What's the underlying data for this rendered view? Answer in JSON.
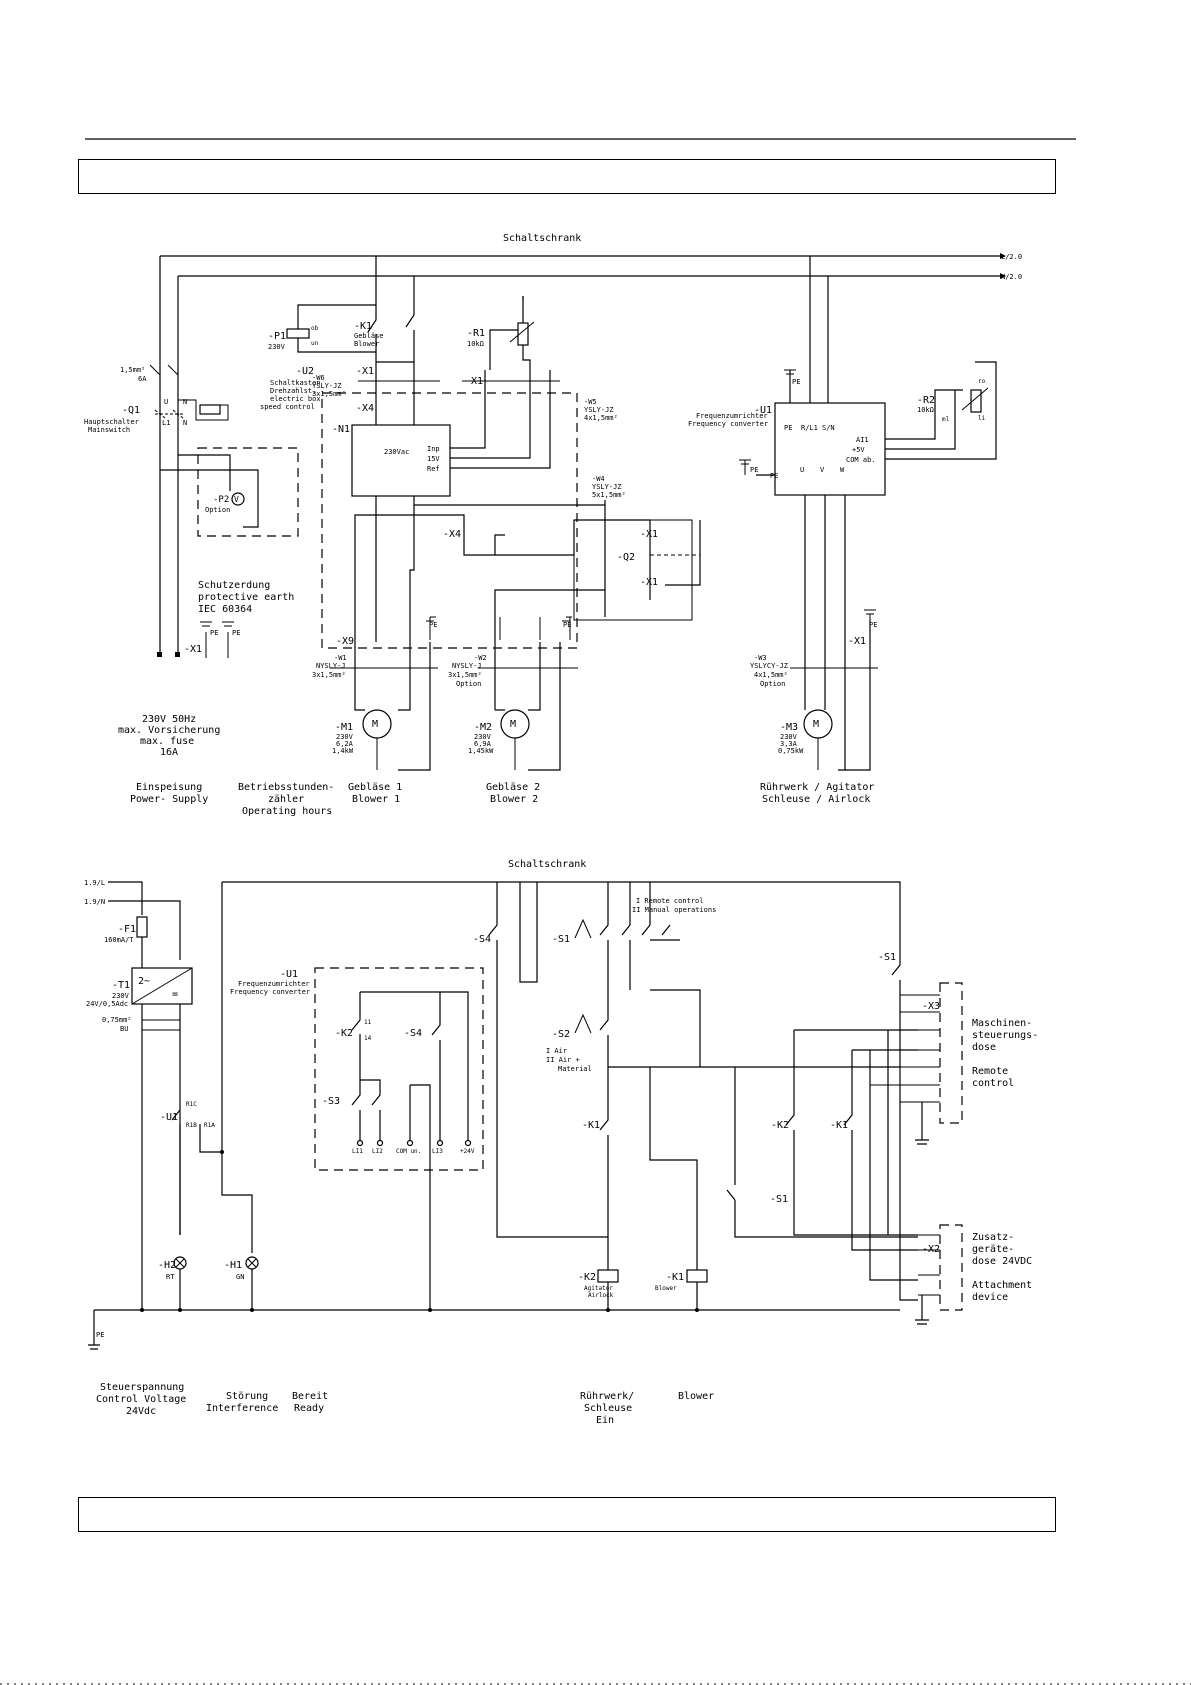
{
  "diagram1": {
    "cabinet_title": "Schaltschrank",
    "outputs": {
      "l": "L/2.0",
      "n": "N/2.0"
    },
    "supply": {
      "wire": "1,5mm²",
      "fuse": "6A",
      "main_switch_ref": "-Q1",
      "main_switch_de": "Hauptschalter",
      "main_switch_en": "Mainswitch",
      "terminals": [
        "U",
        "N",
        "L1",
        "N"
      ],
      "voltage": "230V 50Hz",
      "max_de": "max. Vorsicherung",
      "max_en": "max. fuse",
      "amps": "16A",
      "label_de": "Einspeisung",
      "label_en": "Power- Supply"
    },
    "earth": {
      "de": "Schutzerdung",
      "en": "protective earth",
      "std": "IEC 60364",
      "pe": "PE"
    },
    "hour_meter": {
      "ref": "-P2",
      "option": "Option",
      "label_1": "Betriebsstunden-",
      "label_2": "zähler",
      "label_3": "Operating hours"
    },
    "p1": {
      "ref": "-P1",
      "volts": "230V",
      "ob": "ob",
      "un": "un"
    },
    "k1": {
      "ref": "-K1",
      "de": "Gebläse",
      "en": "Blower"
    },
    "r1": {
      "ref": "-R1",
      "value": "10kΩ"
    },
    "u2": {
      "ref": "-U2",
      "de": "Schaltkasten",
      "de2": "Drehzahlst.",
      "en": "electric box",
      "en2": "speed control"
    },
    "w6": {
      "ref": "-W6",
      "cable": "YSLY-JZ",
      "spec": "3x1,5mm²"
    },
    "w5": {
      "ref": "-W5",
      "cable": "YSLY-JZ",
      "spec": "4x1,5mm²"
    },
    "w4": {
      "ref": "-W4",
      "cable": "YSLY-JZ",
      "spec": "5x1,5mm²"
    },
    "n1": {
      "ref": "-N1",
      "volts": "230Vac",
      "pins": [
        "Inp",
        "15V",
        "Ref"
      ]
    },
    "q2": {
      "ref": "-Q2"
    },
    "u1": {
      "ref": "-U1",
      "de": "Frequenzumrichter",
      "en": "Frequency converter",
      "pins": [
        "AI1",
        "+5V",
        "COM ab."
      ]
    },
    "r2": {
      "ref": "-R2",
      "value": "10kΩ"
    },
    "w1": {
      "ref": "-W1",
      "cable": "NYSLY-J",
      "spec": "3x1,5mm²"
    },
    "w2": {
      "ref": "-W2",
      "cable": "NYSLY-J",
      "spec": "3x1,5mm²",
      "option": "Option"
    },
    "w3": {
      "ref": "-W3",
      "cable": "YSLYCY-JZ",
      "spec": "4x1,5mm²",
      "option": "Option"
    },
    "m1": {
      "ref": "-M1",
      "volts": "230V",
      "amps": "6,2A",
      "kw": "1,4kW",
      "label_1": "Gebläse 1",
      "label_2": "Blower 1"
    },
    "m2": {
      "ref": "-M2",
      "volts": "230V",
      "amps": "6,9A",
      "kw": "1,45kW",
      "label_1": "Gebläse 2",
      "label_2": "Blower 2"
    },
    "m3": {
      "ref": "-M3",
      "volts": "230V",
      "amps": "3,3A",
      "kw": "0,75kW",
      "label_1": "Rührwerk / Agitator",
      "label_2": "Schleuse / Airlock"
    },
    "terminal_refs": {
      "x1": "-X1",
      "x4": "-X4"
    }
  },
  "diagram2": {
    "cabinet_title": "Schaltschrank",
    "inputs": {
      "l": "1.9/L",
      "n": "1.9/N"
    },
    "f1": {
      "ref": "-F1",
      "value": "160mA/T"
    },
    "t1": {
      "ref": "-T1",
      "primary": "230V",
      "secondary": "24V/0,5Adc",
      "wire": "0,75mm²",
      "bu": "BU"
    },
    "u1": {
      "ref": "-U1",
      "de": "Frequenzumrichter",
      "en": "Frequency converter",
      "pins": [
        "LI1",
        "LI2",
        "COM un.",
        "LI3",
        "+24V"
      ],
      "relay": [
        "R1C",
        "R1B",
        "R1A"
      ]
    },
    "remote_notes": [
      "I  Remote control",
      "II Manual operations"
    ],
    "air_notes": [
      "I  Air",
      "II Air +",
      "Material"
    ],
    "switches": {
      "s4": "-S4",
      "s1": "-S1",
      "s2": "-S2",
      "s3": "-S3",
      "k1": "-K1",
      "k2": "-K2"
    },
    "coils": {
      "k2_de": "Agitator",
      "k2_en": "Airlock",
      "k1_en": "Blower"
    },
    "lamps": {
      "h2": "-H2",
      "h2_color": "RT",
      "h1": "-H1",
      "h1_color": "GN"
    },
    "x3": {
      "ref": "-X3",
      "label_1": "Maschinen-",
      "label_2": "steuerungs-",
      "label_3": "dose",
      "label_4": "Remote",
      "label_5": "control"
    },
    "x2": {
      "ref": "-X2",
      "label_1": "Zusatz-",
      "label_2": "geräte-",
      "label_3": "dose 24VDC",
      "label_4": "Attachment",
      "label_5": "device"
    },
    "bottom_labels": {
      "ctrl_1": "Steuerspannung",
      "ctrl_2": "Control Voltage",
      "ctrl_3": "24Vdc",
      "fault_1": "Störung",
      "fault_2": "Interference",
      "ready_1": "Bereit",
      "ready_2": "Ready",
      "agit_1": "Rührwerk/",
      "agit_2": "Schleuse",
      "agit_3": "Ein",
      "blower": "Blower"
    }
  }
}
